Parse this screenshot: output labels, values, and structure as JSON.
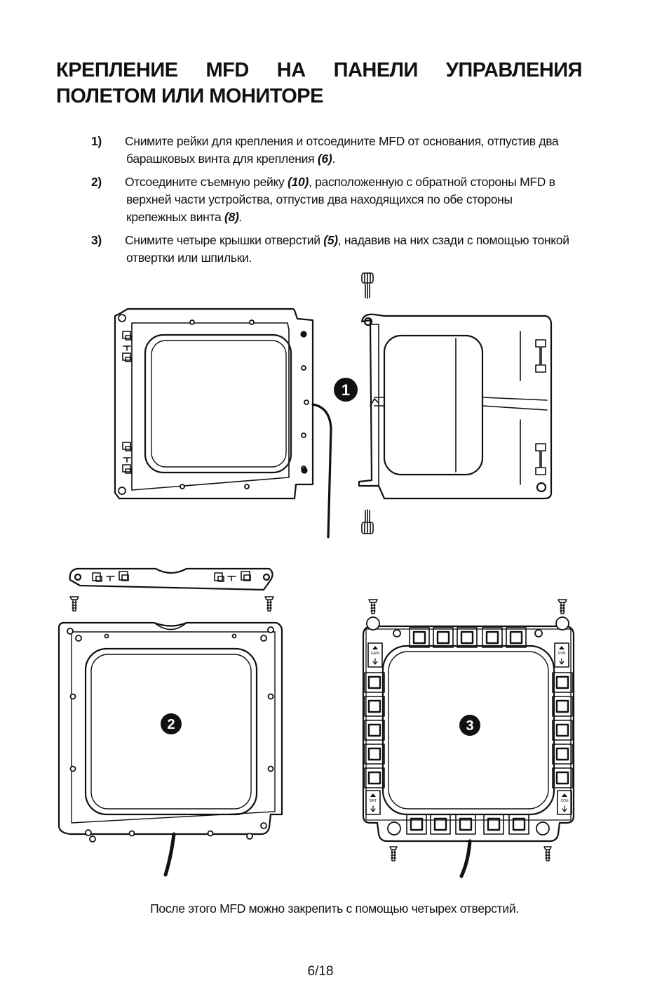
{
  "heading": {
    "line1_words": [
      "КРЕПЛЕНИЕ",
      "MFD",
      "НА",
      "ПАНЕЛИ",
      "УПРАВЛЕНИЯ"
    ],
    "line2": "ПОЛЕТОМ ИЛИ МОНИТОРЕ"
  },
  "steps": [
    {
      "num": "1)",
      "a": "Снимите рейки для крепления и отсоедините MFD от основания, отпустив два",
      "b": "барашковых винта для крепления ",
      "ref": "(6)",
      "c": "."
    },
    {
      "num": "2)",
      "a": "Отсоедините съемную рейку ",
      "ref_a": "(10)",
      "a2": ", расположенную с обратной стороны MFD в",
      "b": "верхней части устройства, отпустив два находящихся по обе стороны",
      "c": "крепежных винта ",
      "ref": "(8)",
      "d": "."
    },
    {
      "num": "3)",
      "a": "Снимите четыре крышки отверстий ",
      "ref_a": "(5)",
      "a2": ", надавив на них сзади с помощью тонкой",
      "b": "отвертки или шпильки."
    }
  ],
  "figure": {
    "badge_1": "1",
    "badge_2": "2",
    "badge_3": "3",
    "rocker_labels": {
      "top_left": "GAIN",
      "top_right": "SYM",
      "bottom_left": "BRT",
      "bottom_right": "CON"
    }
  },
  "caption": "После этого MFD можно закрепить с помощью четырех отверстий.",
  "page_number": "6/18"
}
